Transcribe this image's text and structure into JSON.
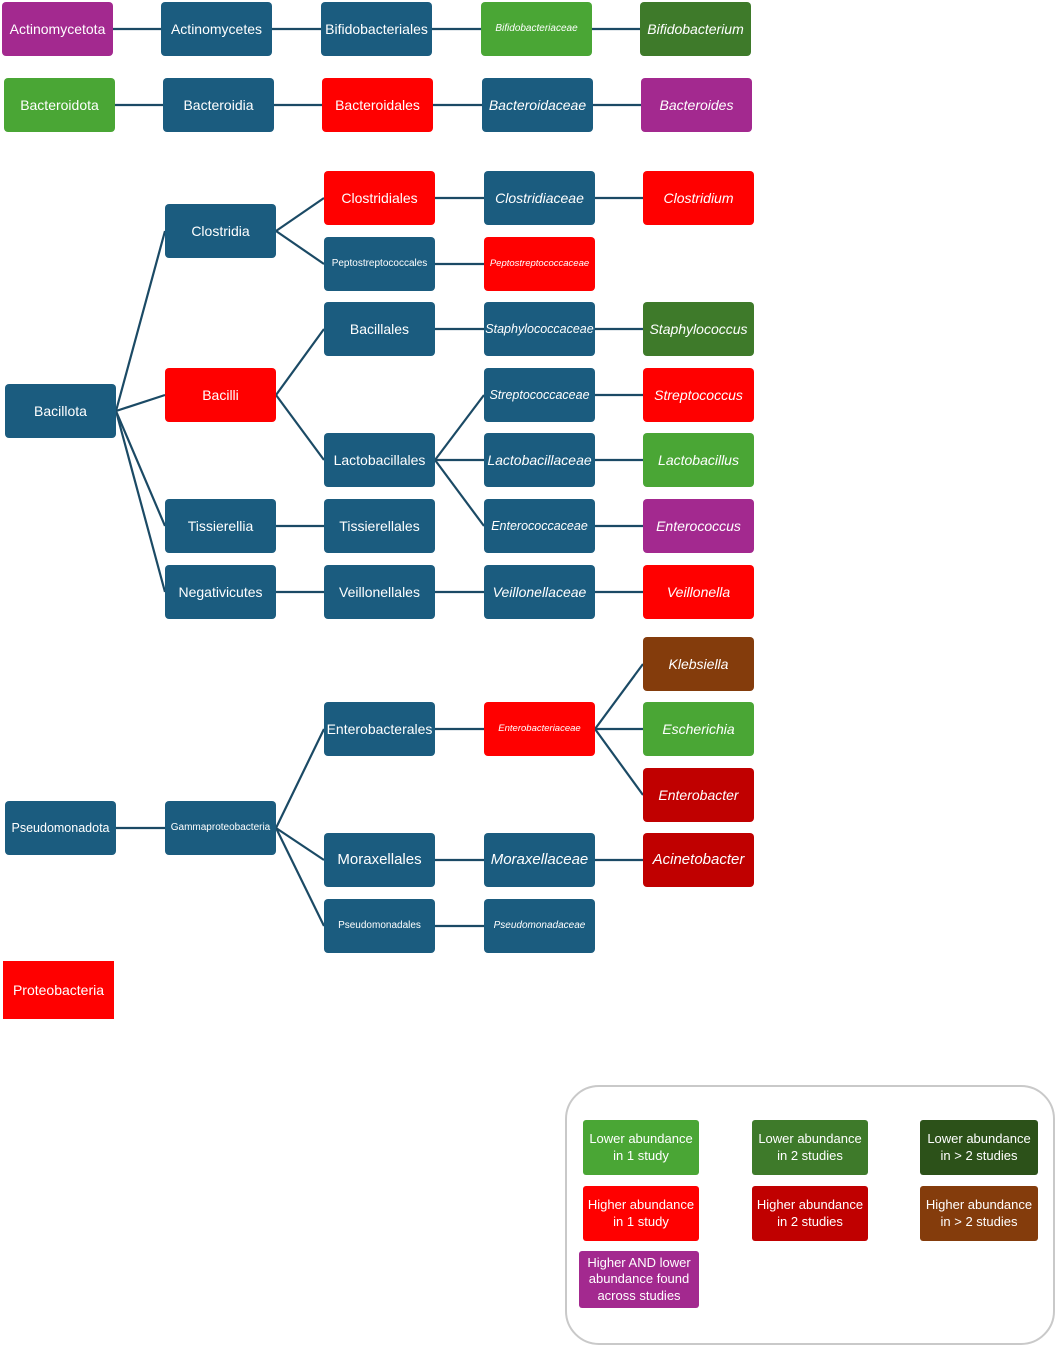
{
  "colors": {
    "blue": "#1b5c7f",
    "lower1": "#4aa635",
    "lower2": "#3e7a2a",
    "lower3": "#2c5119",
    "higher1": "#ff0000",
    "higher2": "#c00000",
    "higher3": "#843c0c",
    "mixed": "#a3298f",
    "edge": "#1b4a65"
  },
  "tree": {
    "actinomycetota": "Actinomycetota",
    "actinomycetes": "Actinomycetes",
    "bifidobacteriales": "Bifidobacteriales",
    "bifidobacteriaceae": "Bifidobacteriaceae",
    "bifidobacterium": "Bifidobacterium",
    "bacteroidota": "Bacteroidota",
    "bacteroidia": "Bacteroidia",
    "bacteroidales": "Bacteroidales",
    "bacteroidaceae": "Bacteroidaceae",
    "bacteroides": "Bacteroides",
    "bacillota": "Bacillota",
    "clostridia": "Clostridia",
    "bacilli": "Bacilli",
    "tissierellia": "Tissierellia",
    "negativicutes": "Negativicutes",
    "clostridiales": "Clostridiales",
    "peptostreptococcales": "Peptostreptococcales",
    "bacillales": "Bacillales",
    "lactobacillales": "Lactobacillales",
    "tissierellales": "Tissierellales",
    "veillonellales": "Veillonellales",
    "clostridiaceae": "Clostridiaceae",
    "peptostreptococcaceae": "Peptostreptococcaceae",
    "staphylococcaceae": "Staphylococcaceae",
    "streptococcaceae": "Streptococcaceae",
    "lactobacillaceae": "Lactobacillaceae",
    "enterococcaceae": "Enterococcaceae",
    "veillonellaceae": "Veillonellaceae",
    "clostridium": "Clostridium",
    "staphylococcus": "Staphylococcus",
    "streptococcus": "Streptococcus",
    "lactobacillus": "Lactobacillus",
    "enterococcus": "Enterococcus",
    "veillonella": "Veillonella",
    "pseudomonadota": "Pseudomonadota",
    "gammaproteobacteria": "Gammaproteobacteria",
    "enterobacterales": "Enterobacterales",
    "moraxellales": "Moraxellales",
    "pseudomonadales": "Pseudomonadales",
    "enterobacteriaceae": "Enterobacteriaceae",
    "moraxellaceae": "Moraxellaceae",
    "pseudomonadaceae": "Pseudomonadaceae",
    "klebsiella": "Klebsiella",
    "escherichia": "Escherichia",
    "enterobacter": "Enterobacter",
    "acinetobacter": "Acinetobacter",
    "proteobacteria": "Proteobacteria"
  },
  "legend": {
    "lower1": "Lower abundance in 1 study",
    "lower2": "Lower abundance in 2 studies",
    "lower3": "Lower abundance in > 2 studies",
    "higher1": "Higher abundance in 1 study",
    "higher2": "Higher abundance in 2 studies",
    "higher3": "Higher abundance in > 2 studies",
    "mixed": "Higher AND lower abundance found across studies"
  }
}
